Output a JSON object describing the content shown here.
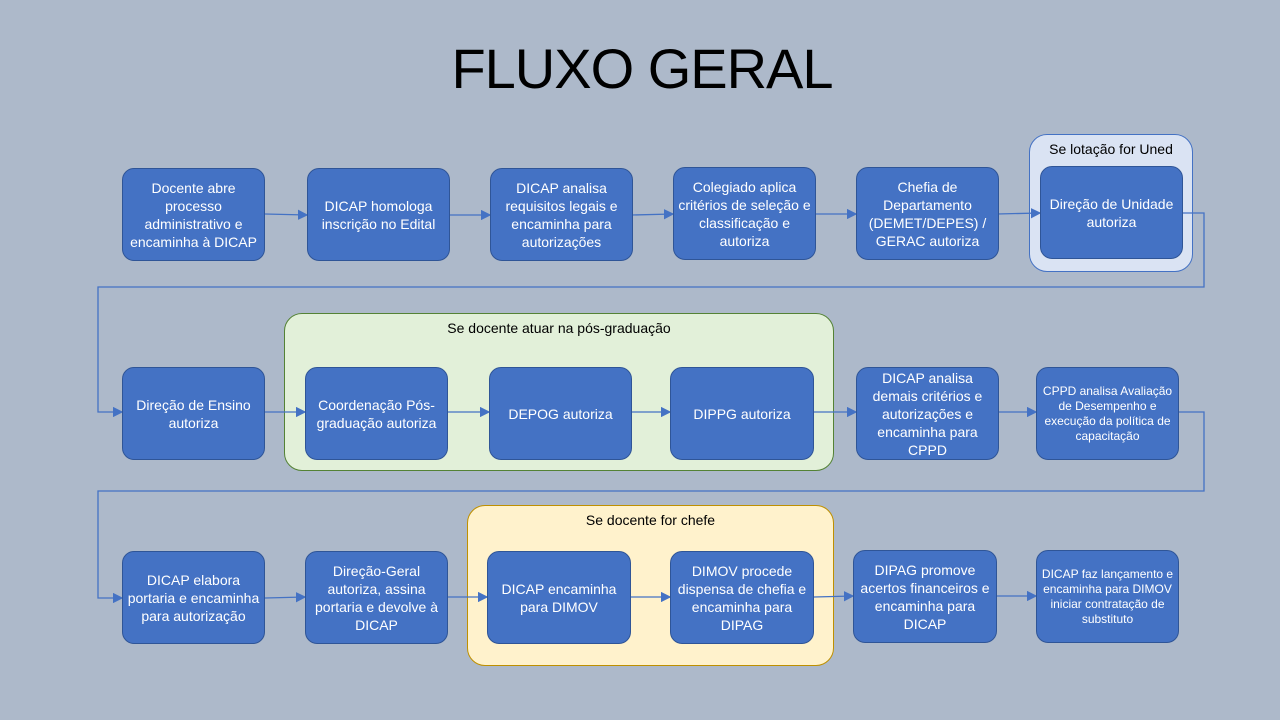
{
  "title": "FLUXO GERAL",
  "groups": {
    "uned": "Se lotação for Uned",
    "pos": "Se docente atuar na pós-graduação",
    "chefe": "Se docente for chefe"
  },
  "steps": [
    "Docente abre processo administrativo e encaminha à DICAP",
    "DICAP homologa inscrição no Edital",
    "DICAP analisa requisitos legais e encaminha para autorizações",
    "Colegiado aplica critérios de seleção e classificação e autoriza",
    "Chefia de Departamento (DEMET/DEPES) / GERAC autoriza",
    "Direção de Unidade autoriza",
    "Direção de Ensino autoriza",
    "Coordenação Pós-graduação autoriza",
    "DEPOG autoriza",
    "DIPPG autoriza",
    "DICAP analisa demais critérios e autorizações e encaminha para CPPD",
    "CPPD analisa Avaliação de Desempenho e execução da política de capacitação",
    "DICAP elabora portaria e encaminha para autorização",
    "Direção-Geral autoriza, assina portaria e devolve à DICAP",
    "DICAP encaminha para DIMOV",
    "DIMOV procede dispensa de chefia e encaminha para DIPAG",
    "DIPAG promove acertos financeiros e encaminha para DICAP",
    "DICAP faz lançamento e encaminha para DIMOV iniciar contratação de substituto"
  ]
}
